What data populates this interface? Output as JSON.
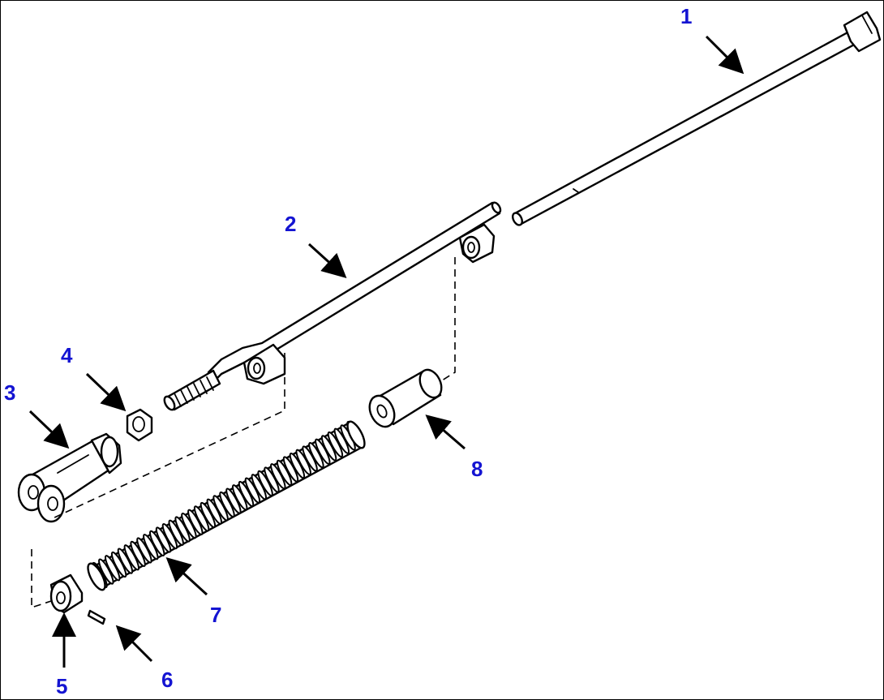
{
  "diagram": {
    "accent_color": "#1414d2",
    "line_color": "#000000",
    "callouts": [
      {
        "id": "1",
        "text": "1"
      },
      {
        "id": "2",
        "text": "2"
      },
      {
        "id": "3",
        "text": "3"
      },
      {
        "id": "4",
        "text": "4"
      },
      {
        "id": "5",
        "text": "5"
      },
      {
        "id": "6",
        "text": "6"
      },
      {
        "id": "7",
        "text": "7"
      },
      {
        "id": "8",
        "text": "8"
      }
    ]
  }
}
